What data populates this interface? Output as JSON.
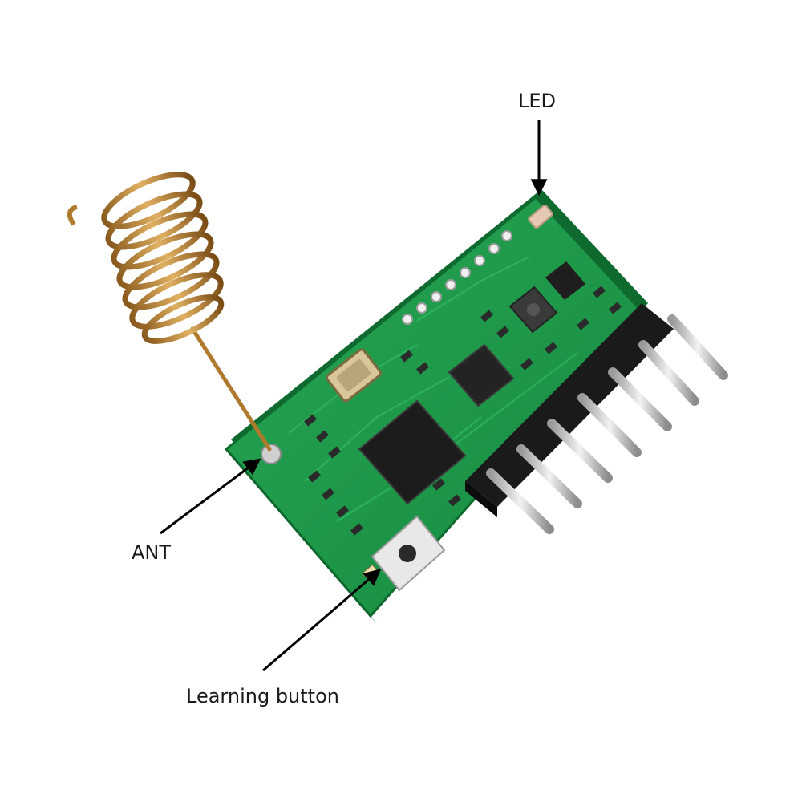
{
  "image": {
    "subject": "rf-receiver-module",
    "colors": {
      "pcb": "#1f9a48",
      "pcb_dark": "#137536",
      "copper": "#c08a3a",
      "chip": "#1c1c1c",
      "header": "#1a1a1a",
      "pin": "#cfcfcf",
      "led": "#e5c9b5",
      "arrow": "#000000",
      "background": "#ffffff"
    }
  },
  "callouts": {
    "led": {
      "label": "LED"
    },
    "ant": {
      "label": "ANT"
    },
    "learning_button": {
      "label": "Learning button"
    }
  }
}
